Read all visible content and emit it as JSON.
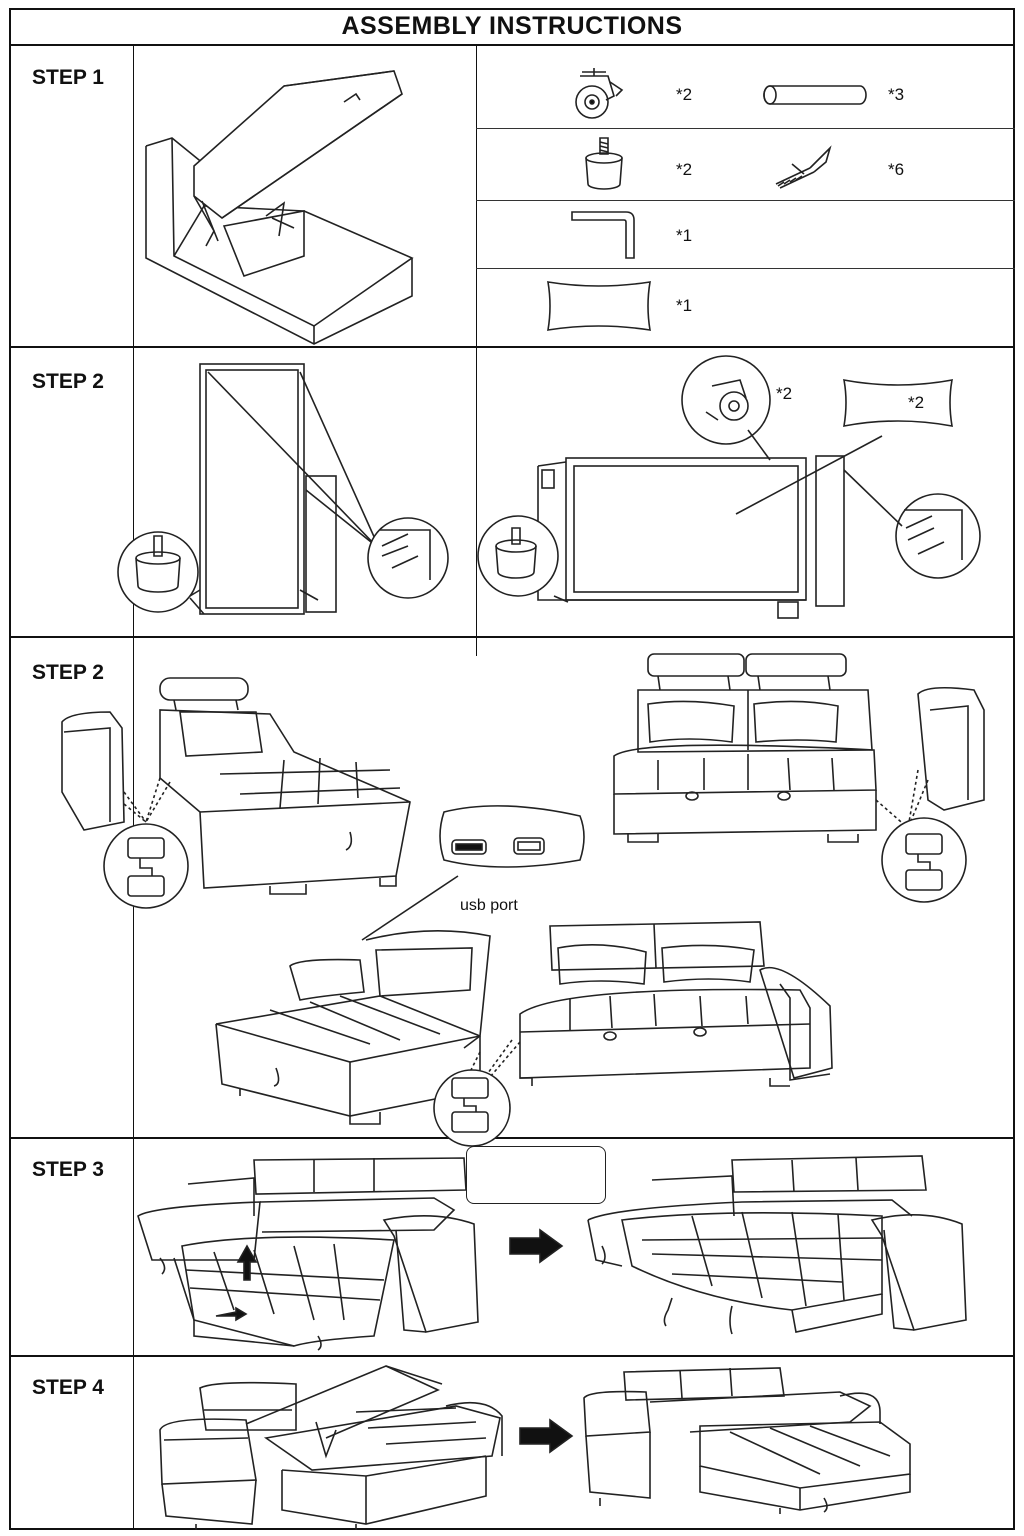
{
  "title": "ASSEMBLY INSTRUCTIONS",
  "steps": [
    {
      "label": "STEP 1"
    },
    {
      "label": "STEP 2"
    },
    {
      "label": "STEP 2"
    },
    {
      "label": "STEP 3"
    },
    {
      "label": "STEP 4"
    }
  ],
  "parts": [
    {
      "icon": "caster-wheel-icon",
      "qty": "*2"
    },
    {
      "icon": "connecting-rod-icon",
      "qty": "*3"
    },
    {
      "icon": "screw-foot-icon",
      "qty": "*2"
    },
    {
      "icon": "screw-icon",
      "qty": "*6"
    },
    {
      "icon": "allen-key-icon",
      "qty": "*1"
    },
    {
      "icon": "pillow-icon",
      "qty": "*1"
    }
  ],
  "step2": {
    "caster_qty": "*2",
    "pillow_qty": "*2"
  },
  "usb_label": "usb port"
}
